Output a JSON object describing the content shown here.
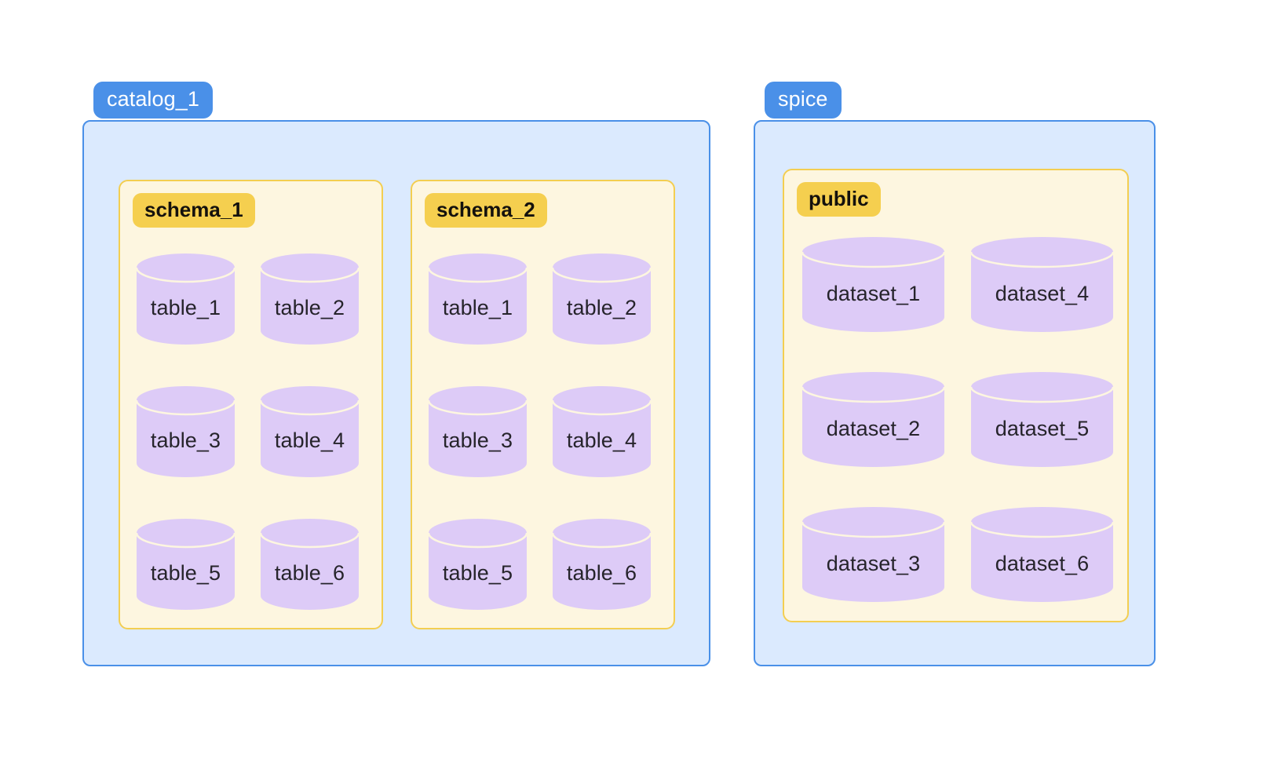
{
  "background": "#ffffff",
  "colors": {
    "catalog_badge_bg": "#4a90e8",
    "catalog_badge_text": "#ffffff",
    "catalog_box_bg": "#dbeafe",
    "catalog_box_border": "#4a90e8",
    "schema_badge_bg": "#f5cf4f",
    "schema_badge_text": "#14110d",
    "schema_box_bg": "#fdf6e0",
    "schema_box_border": "#f3ce51",
    "cylinder_fill": "#ddcbf7",
    "cylinder_line": "#fdf6e0",
    "cylinder_label_text": "#26242b"
  },
  "diagram": {
    "type": "nested-container-diagram",
    "catalogs": [
      {
        "name": "catalog_1",
        "schemas": [
          {
            "name": "schema_1",
            "object_kind": "table",
            "objects": [
              {
                "label": "table_1"
              },
              {
                "label": "table_2"
              },
              {
                "label": "table_3"
              },
              {
                "label": "table_4"
              },
              {
                "label": "table_5"
              },
              {
                "label": "table_6"
              }
            ]
          },
          {
            "name": "schema_2",
            "object_kind": "table",
            "objects": [
              {
                "label": "table_1"
              },
              {
                "label": "table_2"
              },
              {
                "label": "table_3"
              },
              {
                "label": "table_4"
              },
              {
                "label": "table_5"
              },
              {
                "label": "table_6"
              }
            ]
          }
        ]
      },
      {
        "name": "spice",
        "schemas": [
          {
            "name": "public",
            "object_kind": "dataset",
            "objects": [
              {
                "label": "dataset_1"
              },
              {
                "label": "dataset_4"
              },
              {
                "label": "dataset_2"
              },
              {
                "label": "dataset_5"
              },
              {
                "label": "dataset_3"
              },
              {
                "label": "dataset_6"
              }
            ]
          }
        ]
      }
    ]
  }
}
